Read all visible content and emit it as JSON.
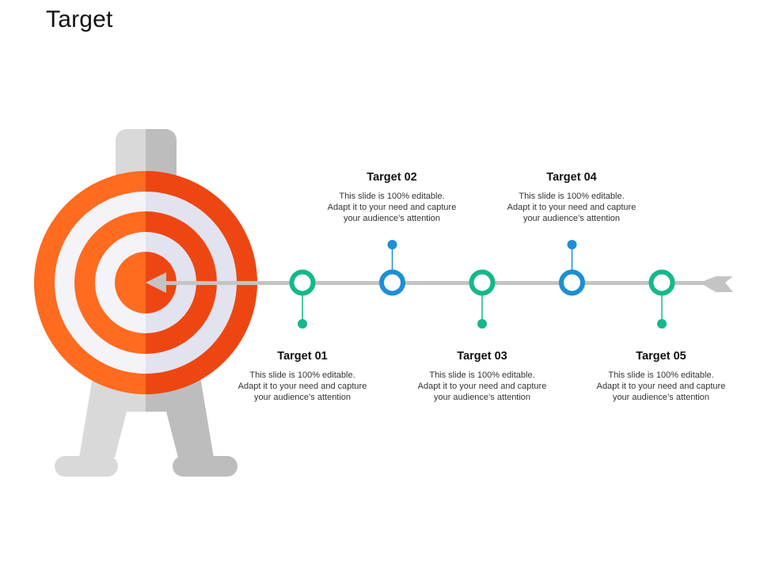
{
  "page": {
    "title": "Target"
  },
  "colors": {
    "teal": "#14b88a",
    "blue": "#1c8fd6",
    "orange_light": "#ff6b1f",
    "orange_dark": "#ee4612",
    "ring_white": "#f3f3f8",
    "ring_white_shade": "#e3e3f0",
    "stand_light": "#d9d9d9",
    "stand_dark": "#bdbdbd",
    "arrow_gray": "#c4c4c4"
  },
  "targets": [
    {
      "title": "Target 01",
      "color": "teal",
      "desc": [
        "This slide is 100% editable.",
        "Adapt it to your need and capture",
        "your audience’s attention"
      ]
    },
    {
      "title": "Target 02",
      "color": "blue",
      "desc": [
        "This slide is 100% editable.",
        "Adapt it to your need and capture",
        "your audience’s attention"
      ]
    },
    {
      "title": "Target 03",
      "color": "teal",
      "desc": [
        "This slide is 100% editable.",
        "Adapt it to your need and capture",
        "your audience’s attention"
      ]
    },
    {
      "title": "Target 04",
      "color": "blue",
      "desc": [
        "This slide is 100% editable.",
        "Adapt it to your need and capture",
        "your audience’s attention"
      ]
    },
    {
      "title": "Target 05",
      "color": "teal",
      "desc": [
        "This slide is 100% editable.",
        "Adapt it to your need and capture",
        "your audience’s attention"
      ]
    }
  ]
}
